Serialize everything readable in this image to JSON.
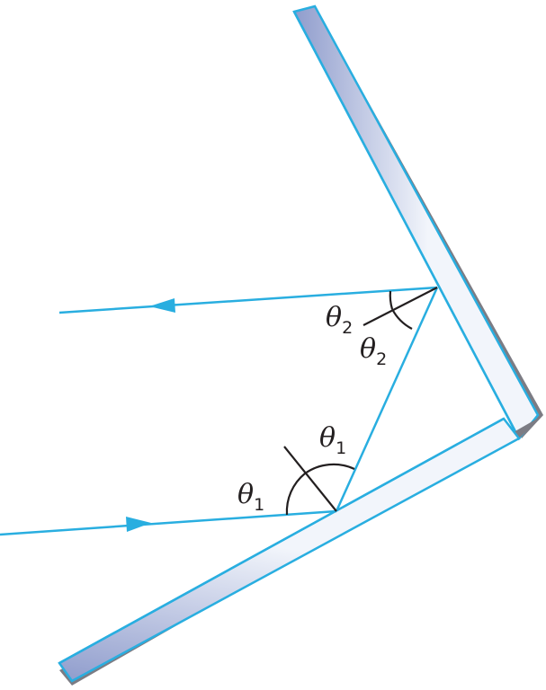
{
  "colors": {
    "ray": "#29aee0",
    "mirror_fill_light": "#f2f5fb",
    "mirror_fill_dark": "#8f9ccc",
    "mirror_back": "#7c7c84",
    "normal_line": "#231f20",
    "label": "#231f20"
  },
  "labels": {
    "incident_angle_symbol": "θ",
    "incident_angle_subscript": "1",
    "reflected_angle_symbol": "θ",
    "reflected_angle_subscript": "2"
  },
  "icons": {
    "arrowhead": "filled-triangle-arrow"
  }
}
